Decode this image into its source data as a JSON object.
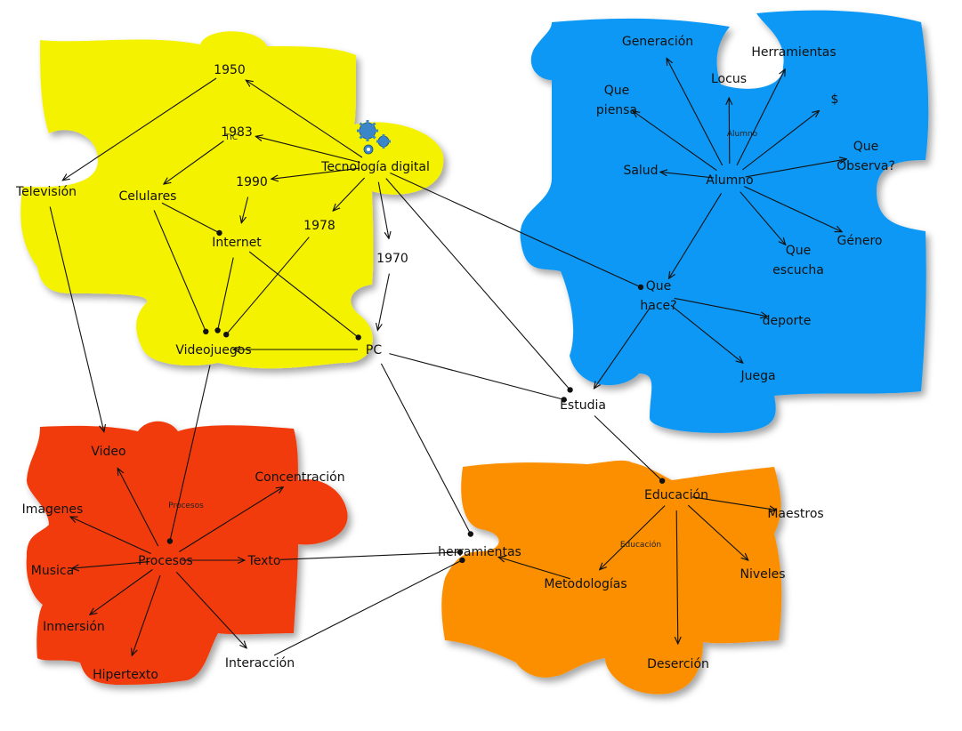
{
  "colors": {
    "yellow": "#f5f200",
    "blue": "#0a98f5",
    "red": "#f23a08",
    "orange": "#fb8f04",
    "line": "#111111"
  },
  "puzzles": [
    {
      "id": "tecnologia",
      "color": "yellow",
      "caption": "TIC"
    },
    {
      "id": "alumno",
      "color": "blue",
      "caption": "Alumno"
    },
    {
      "id": "procesos",
      "color": "red",
      "caption": "Procesos"
    },
    {
      "id": "educacion",
      "color": "orange",
      "caption": "Educación"
    }
  ],
  "icon": "gears-icon",
  "nodes": {
    "n1950": "1950",
    "n1983": "1983",
    "tecnologia": "Tecnología digital",
    "n1990": "1990",
    "celulares": "Celulares",
    "television": "Televisión",
    "internet": "Internet",
    "n1978": "1978",
    "n1970": "1970",
    "videojuegos": "Videojuegos",
    "pc": "PC",
    "estudia": "Estudia",
    "generacion": "Generación",
    "herramientas_top": "Herramientas",
    "locus": "Locus",
    "que_piensa": "Que\npiensa",
    "dolar": "$",
    "que_observa": "Que\nObserva?",
    "salud": "Salud",
    "alumno": "Alumno",
    "genero": "Género",
    "que_escucha": "Que\nescucha",
    "que_hace": "Que\nhace?",
    "deporte": "deporte",
    "juega": "Juega",
    "video": "Video",
    "imagenes": "Imagenes",
    "concentracion": "Concentración",
    "musica": "Musica",
    "procesos": "Procesos",
    "texto": "Texto",
    "inmersion": "Inmersión",
    "hipertexto": "Hipertexto",
    "interaccion": "Interacción",
    "herramientas": "herramientas",
    "educacion": "Educación",
    "maestros": "Maestros",
    "metodologias": "Metodologías",
    "niveles": "Niveles",
    "desercion": "Deserción"
  },
  "edges": [
    {
      "from": "tecnologia",
      "to": "n1950",
      "kind": "arrow"
    },
    {
      "from": "tecnologia",
      "to": "n1983",
      "kind": "arrow"
    },
    {
      "from": "tecnologia",
      "to": "n1990",
      "kind": "arrow"
    },
    {
      "from": "tecnologia",
      "to": "n1978",
      "kind": "arrow"
    },
    {
      "from": "tecnologia",
      "to": "n1970",
      "kind": "arrow"
    },
    {
      "from": "tecnologia",
      "to": "estudia",
      "kind": "dot"
    },
    {
      "from": "tecnologia",
      "to": "que_hace",
      "kind": "dot"
    },
    {
      "from": "n1950",
      "to": "television",
      "kind": "arrow"
    },
    {
      "from": "n1983",
      "to": "celulares",
      "kind": "arrow"
    },
    {
      "from": "n1990",
      "to": "internet",
      "kind": "arrow"
    },
    {
      "from": "n1978",
      "to": "videojuegos",
      "kind": "dot"
    },
    {
      "from": "n1970",
      "to": "pc",
      "kind": "arrow"
    },
    {
      "from": "celulares",
      "to": "internet",
      "kind": "dot"
    },
    {
      "from": "celulares",
      "to": "videojuegos",
      "kind": "dot"
    },
    {
      "from": "internet",
      "to": "videojuegos",
      "kind": "dot"
    },
    {
      "from": "internet",
      "to": "pc",
      "kind": "dot"
    },
    {
      "from": "pc",
      "to": "videojuegos",
      "kind": "arrow"
    },
    {
      "from": "pc",
      "to": "estudia",
      "kind": "dot"
    },
    {
      "from": "pc",
      "to": "herramientas",
      "kind": "dot"
    },
    {
      "from": "television",
      "to": "video",
      "kind": "arrow"
    },
    {
      "from": "videojuegos",
      "to": "procesos",
      "kind": "dot"
    },
    {
      "from": "alumno",
      "to": "generacion",
      "kind": "arrow"
    },
    {
      "from": "alumno",
      "to": "herramientas_top",
      "kind": "arrow"
    },
    {
      "from": "alumno",
      "to": "locus",
      "kind": "arrow"
    },
    {
      "from": "alumno",
      "to": "que_piensa",
      "kind": "arrow"
    },
    {
      "from": "alumno",
      "to": "dolar",
      "kind": "arrow"
    },
    {
      "from": "alumno",
      "to": "que_observa",
      "kind": "arrow"
    },
    {
      "from": "alumno",
      "to": "salud",
      "kind": "arrow"
    },
    {
      "from": "alumno",
      "to": "genero",
      "kind": "arrow"
    },
    {
      "from": "alumno",
      "to": "que_escucha",
      "kind": "arrow"
    },
    {
      "from": "alumno",
      "to": "que_hace",
      "kind": "arrow"
    },
    {
      "from": "que_hace",
      "to": "deporte",
      "kind": "arrow"
    },
    {
      "from": "que_hace",
      "to": "juega",
      "kind": "arrow"
    },
    {
      "from": "que_hace",
      "to": "estudia",
      "kind": "arrow"
    },
    {
      "from": "estudia",
      "to": "educacion",
      "kind": "dot"
    },
    {
      "from": "educacion",
      "to": "maestros",
      "kind": "arrow"
    },
    {
      "from": "educacion",
      "to": "niveles",
      "kind": "arrow"
    },
    {
      "from": "educacion",
      "to": "metodologias",
      "kind": "arrow"
    },
    {
      "from": "educacion",
      "to": "desercion",
      "kind": "arrow"
    },
    {
      "from": "metodologias",
      "to": "herramientas",
      "kind": "arrow"
    },
    {
      "from": "texto",
      "to": "herramientas",
      "kind": "dot"
    },
    {
      "from": "interaccion",
      "to": "herramientas",
      "kind": "dot"
    },
    {
      "from": "procesos",
      "to": "video",
      "kind": "arrow"
    },
    {
      "from": "procesos",
      "to": "imagenes",
      "kind": "arrow"
    },
    {
      "from": "procesos",
      "to": "concentracion",
      "kind": "arrow"
    },
    {
      "from": "procesos",
      "to": "musica",
      "kind": "arrow"
    },
    {
      "from": "procesos",
      "to": "texto",
      "kind": "arrow"
    },
    {
      "from": "procesos",
      "to": "inmersion",
      "kind": "arrow"
    },
    {
      "from": "procesos",
      "to": "hipertexto",
      "kind": "arrow"
    },
    {
      "from": "procesos",
      "to": "interaccion",
      "kind": "arrow"
    }
  ]
}
